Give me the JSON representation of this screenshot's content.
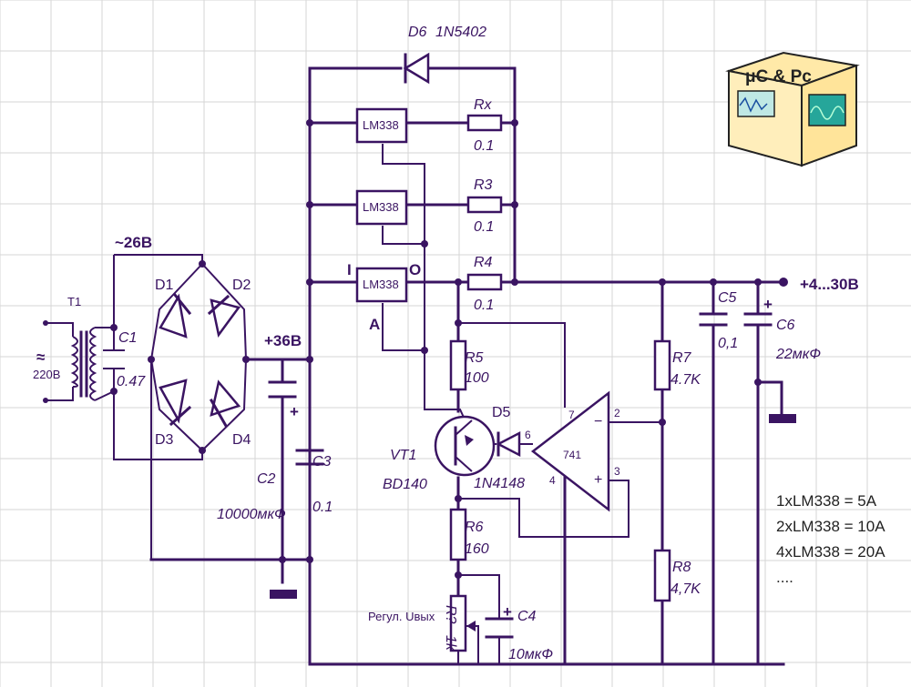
{
  "labels": {
    "d6": "D6",
    "d6_part": "1N5402",
    "v_ac_sec": "~26В",
    "v_dc": "+36В",
    "v_out": "+4...30В",
    "t1": "T1",
    "mains": "220В",
    "c1": "C1",
    "c1_val": "0.47",
    "d1": "D1",
    "d2": "D2",
    "d3": "D3",
    "d4": "D4",
    "c2": "C2",
    "c2_val": "10000мкФ",
    "c3": "C3",
    "c3_val": "0.1",
    "reg": "LM338",
    "pin_i": "I",
    "pin_o": "O",
    "pin_a": "A",
    "rx": "Rx",
    "rx_val": "0.1",
    "r3": "R3",
    "r3_val": "0.1",
    "r4": "R4",
    "r4_val": "0.1",
    "r5": "R5",
    "r5_val": "100",
    "d5": "D5",
    "d5_part": "1N4148",
    "vt1": "VT1",
    "vt1_part": "BD140",
    "opamp": "741",
    "pin2": "2",
    "pin3": "3",
    "pin4": "4",
    "pin6": "6",
    "pin7": "7",
    "r6": "R6",
    "r6_val": "160",
    "r7": "R7",
    "r7_val": "4.7K",
    "r8": "R8",
    "r8_val": "4,7K",
    "rpot": "R?",
    "rpot_val": "1k",
    "rpot_note": "Регул. Uвых",
    "c4": "C4",
    "c4_val": "10мкФ",
    "c5": "C5",
    "c5_val": "0,1",
    "c6": "C6",
    "c6_val": "22мкФ",
    "plus": "+"
  },
  "notes": [
    "1xLM338 = 5A",
    "2xLM338 = 10A",
    "4xLM338 = 20A",
    "...."
  ],
  "logo": {
    "text": "μC & Pc"
  },
  "colors": {
    "ink": "#3a1462",
    "grid": "#d6d6d6",
    "background": "#ffffff"
  }
}
